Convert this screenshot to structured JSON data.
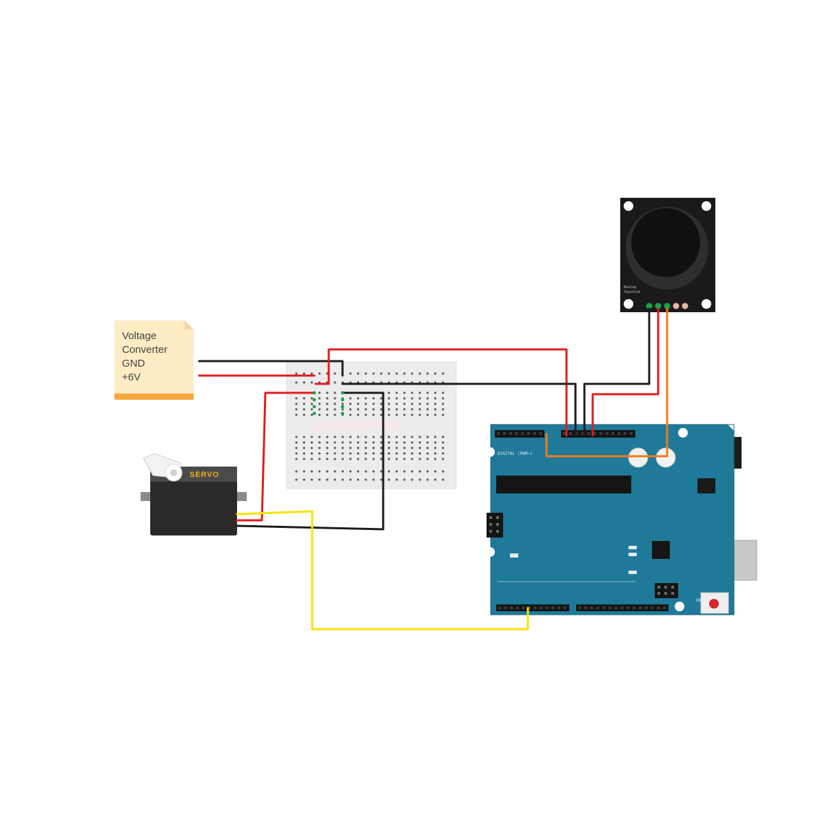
{
  "note": {
    "lines": [
      "Voltage",
      "Converter",
      "GND",
      "+6V"
    ],
    "paper_color": "#fdecc4",
    "fold_color": "#f7a83c"
  },
  "servo": {
    "label": "SERVO"
  },
  "joystick": {
    "caption_line1": "Analog",
    "caption_line2": "Joystick"
  },
  "arduino": {
    "label": "UNO",
    "board_color": "#1f7a99"
  },
  "wire_colors": {
    "black": "#1c1c1c",
    "red": "#e01b1b",
    "yellow": "#f5e400",
    "orange": "#f07a1a",
    "green_led": "#1aa34a"
  }
}
